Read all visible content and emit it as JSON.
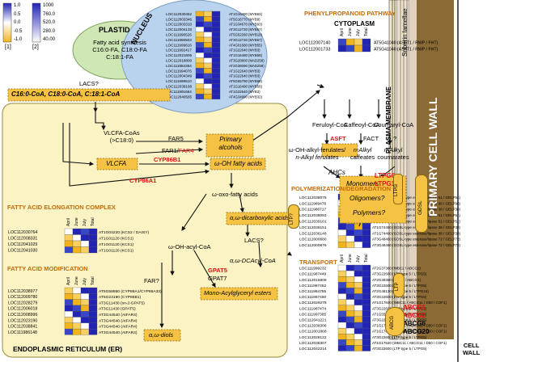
{
  "legend": {
    "scale1": {
      "ticks": [
        "1.0",
        "0.5",
        "0.0",
        "-0.5",
        "-1.0"
      ],
      "caption": "[1]"
    },
    "scale2": {
      "ticks": [
        "1000",
        "760.0",
        "520.0",
        "280.0",
        "40.00"
      ],
      "caption": "[2]"
    },
    "colors": {
      "low": "#f2b41c",
      "mid": "#ffffff",
      "high": "#2124b5"
    }
  },
  "plastid": {
    "title": "PLASTID",
    "line1": "Fatty acid synthesis",
    "line2": "C16:0-FA, C18:0-FA",
    "line3": "C:18:1-FA",
    "lacs": "LACS?"
  },
  "nucleus": {
    "title": "NUCLEUS",
    "genes": [
      "LOC112030452",
      "LOC112003346",
      "LOC112003310",
      "LOC112004133",
      "LOC111996526",
      "LOC111986503",
      "LOC111999616",
      "LOC111992417",
      "LOC112021806",
      "LOC112018800",
      "LOC111984354",
      "LOC111994076",
      "LOC112004349",
      "LOC111999510",
      "LOC112039168",
      "LOC111991664",
      "LOC112040565"
    ],
    "names": [
      "AT1G16490 (MYB63)",
      "AT5G16770 (MYB9)",
      "AT1G34670 (MYB93)",
      "AT3G12720 (MYB67)",
      "AT5G52260 (MYB19)",
      "AT3G12720 (MYB67)",
      "AT4G01680 (MYB55)",
      "AT1G22640 (MYB3)",
      "AT1G16490 (MYB58)",
      "AT3G28800 (MAD258)",
      "AT2G38090 (MAD258)",
      "AT1G22640 (MYB3)",
      "AT1G22640 (MYB3)",
      "AT5G65790 (MYB68)",
      "AT1G16490 (MYB58)",
      "AT1G22640 (MYB3)",
      "AT4G34990 (MYB32)"
    ]
  },
  "er": {
    "title": "ENDOPLASMIC RETICULUM (ER)",
    "substrates": "C16:0-CoA, C18:0-CoA, C:18:1-CoA",
    "vlcfa_coas_1": "VLCFA-CoAs",
    "vlcfa_coas_2": "(>C18:0)",
    "far5": "FAR5",
    "far1": "FAR1/",
    "far4": "FAR4",
    "primary_alcohols_1": "Primary",
    "primary_alcohols_2": "alcohols",
    "vlcfa": "VLCFA",
    "cyp86b1": "CYP86B1",
    "cyp86a1": "CYP86A1",
    "omega_oh_fa": "ω-OH fatty acids",
    "omega_oxo_fa": "ω-oxo-fatty acids",
    "alpha_omega_dca": "α,ω-dicarboxylic acids",
    "lacs": "LACS?",
    "omega_oh_acyl_coa": "ω-OH-acyl-CoA",
    "alpha_omega_dcacyl_coa": "α,ω-DCAcyl-CoA",
    "far_q": "FAR?",
    "gpat5": "GPAT5",
    "gpat7": "GPAT7",
    "mag": "Mono-Acylglyceryl esters",
    "diols": "α,ω-diols",
    "elongation": {
      "title": "FATTY ACID ELONGATION COMPLEX",
      "headers": [
        "April",
        "June",
        "July",
        "Total"
      ],
      "genes": [
        "LOC112030764",
        "LOC112008331",
        "LOC112041029",
        "LOC112041030"
      ],
      "names": [
        "AT1G04220 (KCS2 / DAISY)",
        "AT1G01120 (KCS1)",
        "AT1G01120 (KCS1)",
        "AT1G01120 (KCS1)"
      ]
    },
    "modification": {
      "title": "FATTY ACID MODIFICATION",
      "headers": [
        "April",
        "June",
        "July",
        "Total"
      ],
      "genes": [
        "LOC112038977",
        "LOC112009780",
        "LOC112028279",
        "LOC112006018",
        "LOC112008996",
        "LOC112023190",
        "LOC112038841",
        "LOC111986148"
      ],
      "names": [
        "AT5G58860 (CYP86A1/CYP86A33)",
        "AT5G23190 (CYP86B1)",
        "AT3G11430 (sn-2-GPAT5)",
        "AT3G11430 (GPAT5)",
        "AT3G44540 (AtFAR4)",
        "AT3G44540 (AtFAR4)",
        "AT3G44540 (AtFAR4)",
        "AT3G44540 (AtFAR4)"
      ]
    }
  },
  "phenyl": {
    "title": "PHENYLPROPANOID PATHWAY",
    "cytoplasm": "CYTOPLASM",
    "headers": [
      "April",
      "June",
      "July",
      "Total"
    ],
    "genes": [
      "LOC112007140",
      "LOC112001733"
    ],
    "names": [
      "AT5G41040 (ASFT1 / RWP / FHT)",
      "AT5G41040 (ASFT1 / RWP / FHT)"
    ],
    "feruloyl": "Feruloyl-CoA",
    "caffeoyl": "Caffeoyl-CoA",
    "coumaroyl": "Coumaryl-CoA",
    "asft": "ASFT",
    "fact": "FACT",
    "q": "?",
    "prod1_1": "ω-OH-alkyl-ferulates/",
    "prod1_2": "n-Alkyl ferulates",
    "prod2_1": "n-Alkyl",
    "prod2_2": "caffeates",
    "prod3_1": "n-Alkyl",
    "prod3_2": "coumarates",
    "ahcs": "AHCs",
    "monomers": "Monomers",
    "oligomers": "Oligomers?",
    "polymers": "Polymers?"
  },
  "polymerization": {
    "title": "POLYMERIZATION/DEGRADATION",
    "headers": [
      "April",
      "June",
      "July",
      "Total"
    ],
    "genes": [
      "LOC112038078",
      "LOC111989476",
      "LOC111986717",
      "LOC112038093",
      "LOC112039101",
      "LOC112036151",
      "LOC112036148",
      "LOC112000680",
      "LOC112000676"
    ],
    "names": [
      "AT3G23540 (GDSL-type esterase/lipase 51 / GELP51)",
      "AT5G37690 (GDSL-type esterase/lipase 96 / GELP96)",
      "AT1G74460 (GDSL-type esterase/lipase 38 / GELP38)",
      "AT2G23540 (GDSL-type esterase/lipase 51 / GELP51)",
      "AT2G23540 (GDSL-type esterase/lipase 51 / GELP51)",
      "AT1G74460 (GDSL-type esterase/lipase 38 / GELP38)",
      "AT1G74460 (GDSL-type esterase/lipase 38 / GELP38)",
      "AT3G48460 (GDSL-type esterase/lipase 72 / GELP72)",
      "AT3G48460 (GDSL-type esterase/lipase 72 / GELP72)"
    ]
  },
  "transport": {
    "title": "TRANSPORT",
    "headers": [
      "April",
      "June",
      "July",
      "Total"
    ],
    "genes": [
      "LOC111999232",
      "LOC111987449",
      "LOC112015809",
      "LOC111987452",
      "LOC111984755",
      "LOC111987450",
      "LOC112029276",
      "LOC111987474",
      "LOC111997385",
      "LOC112041221",
      "LOC112038306",
      "LOC112001868",
      "LOC112028122",
      "LOC112038307",
      "LOC112042214"
    ],
    "names": [
      "AT2G37360 (WBC2 / ABCG2)",
      "AT3G22600 (LTP type 5 / LTPG5)",
      "AT2G39350 (WBC1 / ABCG1)",
      "AT3G22600 (LTP type 5 / LTPG5)",
      "AT2G48130 (LTP type 5 / LTPG15)",
      "AT3G22600 (LTP type 5 / LTPG5)",
      "AT1G17840 (WBC11 / ABCG11 / D50 / COF1)",
      "AT3G22600 (LTP type 5 / LTPG5)",
      "AT1G55260 (LTP type 6 / LTPG6)",
      "AT3G22600 (LTP type 5 / LTPG5)",
      "AT1G17840 (WBC11 / ABCG11 / D50 / COF1)",
      "AT1G17840 (WBC11 / ABCG11 / D50 / COF1)",
      "AT3G22600 (LTP type 5 / LTPG5)",
      "AT1G17840 (WBC11 / ABCG11 / D50 / COF1)",
      "AT3G22600 (LTP type 5 / LTPG5)"
    ]
  },
  "membrane": {
    "plasma_membrane": "PLASMA MEMBRANE",
    "suberin": "Suberin lamellae",
    "primary_wall": "PRIMARY CELL WALL",
    "cell_wall_1": "CELL",
    "cell_wall_2": "WALL",
    "ltpg6": "LTPG6",
    "ltpg15": "LTPG15",
    "ltpg": "LTPG",
    "ltp_q": "LTP?",
    "ltp": "LTP",
    "gdsl": "GDSL",
    "abcg": "ABCG",
    "abcg1": "ABCG1",
    "abcg2": "ABCG2",
    "abcg6": "ABCG6",
    "abcg20": "ABCG20"
  }
}
